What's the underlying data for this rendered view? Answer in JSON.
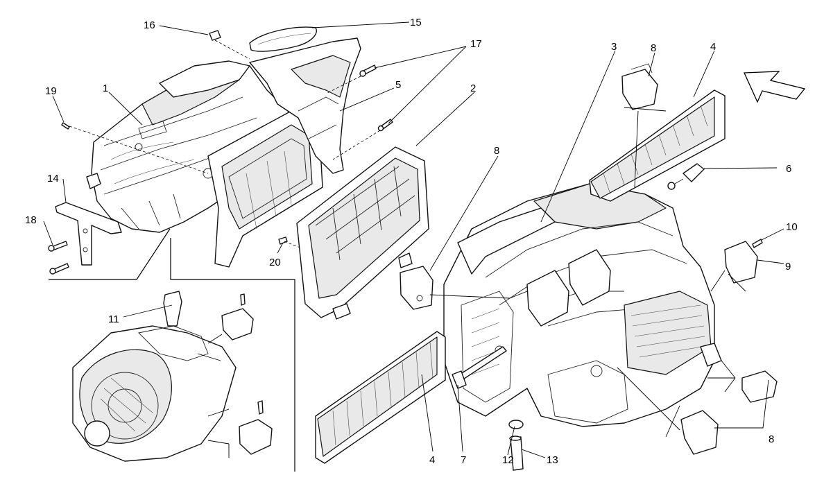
{
  "callouts": [
    {
      "id": "c1",
      "text": "1"
    },
    {
      "id": "c2",
      "text": "2"
    },
    {
      "id": "c3",
      "text": "3"
    },
    {
      "id": "c4a",
      "text": "4"
    },
    {
      "id": "c4b",
      "text": "4"
    },
    {
      "id": "c5",
      "text": "5"
    },
    {
      "id": "c6",
      "text": "6"
    },
    {
      "id": "c7",
      "text": "7"
    },
    {
      "id": "c8a",
      "text": "8"
    },
    {
      "id": "c8b",
      "text": "8"
    },
    {
      "id": "c8c",
      "text": "8"
    },
    {
      "id": "c9",
      "text": "9"
    },
    {
      "id": "c10",
      "text": "10"
    },
    {
      "id": "c11",
      "text": "11"
    },
    {
      "id": "c12",
      "text": "12"
    },
    {
      "id": "c13",
      "text": "13"
    },
    {
      "id": "c14",
      "text": "14"
    },
    {
      "id": "c15",
      "text": "15"
    },
    {
      "id": "c16",
      "text": "16"
    },
    {
      "id": "c17",
      "text": "17"
    },
    {
      "id": "c18",
      "text": "18"
    },
    {
      "id": "c19",
      "text": "19"
    },
    {
      "id": "c20",
      "text": "20"
    }
  ],
  "icons": {
    "direction_arrow": "front-direction-arrow-icon"
  },
  "colors": {
    "line": "#111111",
    "background": "#ffffff"
  }
}
